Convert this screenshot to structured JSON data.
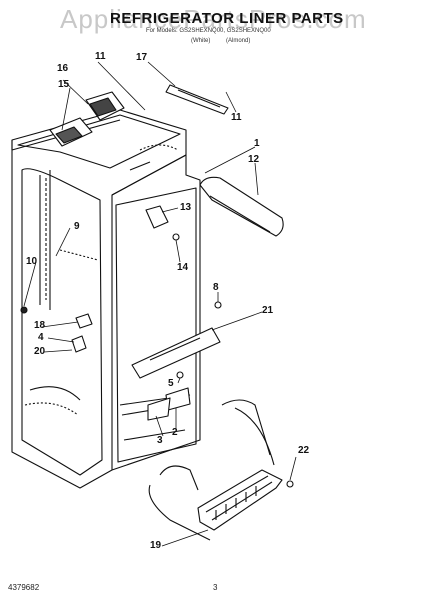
{
  "watermark": "AppliancePartsPros.com",
  "title": "REFRIGERATOR LINER PARTS",
  "subtitle": "For Models: GS2SHEXNQ00, GS2SHEXNQ00",
  "variants": [
    "(White)",
    "(Almond)"
  ],
  "callouts": [
    {
      "label": "1"
    },
    {
      "label": "2"
    },
    {
      "label": "3"
    },
    {
      "label": "4"
    },
    {
      "label": "5"
    },
    {
      "label": "8"
    },
    {
      "label": "9"
    },
    {
      "label": "10"
    },
    {
      "label": "11"
    },
    {
      "label": "11"
    },
    {
      "label": "12"
    },
    {
      "label": "13"
    },
    {
      "label": "14"
    },
    {
      "label": "15"
    },
    {
      "label": "16"
    },
    {
      "label": "17"
    },
    {
      "label": "18"
    },
    {
      "label": "19"
    },
    {
      "label": "20"
    },
    {
      "label": "21"
    },
    {
      "label": "22"
    }
  ],
  "footer": {
    "doc_number": "4379682",
    "page_number": "3"
  }
}
